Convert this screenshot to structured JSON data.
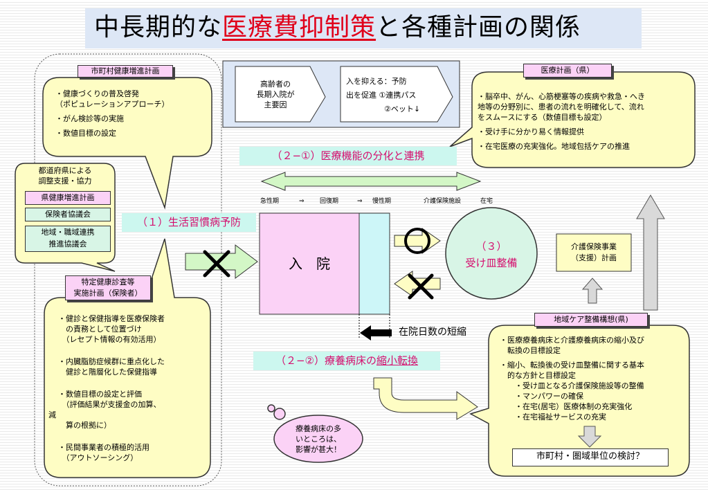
{
  "title": {
    "prefix": "中長期的な",
    "highlight": "医療費抑制策",
    "suffix": "と各種計画の関係"
  },
  "municipal_plan": {
    "header": "市町村健康増進計画",
    "items": [
      "・健康づくりの普及啓発",
      "（ポピュレーションアプローチ）",
      "・がん検診等の実施",
      "・数値目標の設定"
    ]
  },
  "prefecture_support": {
    "title_line1": "都道府県による",
    "title_line2": "調整支援・協力",
    "box1": "県健康増進計画",
    "box2": "保険者協議会",
    "box3_line1": "地域・職域連携",
    "box3_line2": "推進協議会"
  },
  "lifestyle_label": "（１）生活習慣病予防",
  "checkup_plan": {
    "header_line1": "特定健康診査等",
    "header_line2": "実施計画（保険者）",
    "items": [
      "・健診と保健指導を医療保険者",
      "　の責務として位置づけ",
      "　（レセプト情報の有効活用）",
      "・内臓脂肪症候群に重点化した",
      "　健診と階層化した保健指導",
      "・数値目標の設定と評価",
      "　（評価結果が支援金の加算、",
      "減",
      "　算の根拠に）",
      "・民間事業者の積極的活用",
      "　（アウトソーシング）"
    ]
  },
  "elderly": {
    "line1": "高齢者の",
    "line2": "長期入院が",
    "line3": "主要因",
    "control_line1": "入を抑える：予防",
    "control_line2": "出を促進 ①連携パス",
    "control_line3": "　　　　　②ベット↓"
  },
  "func_label": "（２−①）医療機能の分化と連携",
  "stages": [
    "急性期",
    "⇒",
    "回復期",
    "⇒",
    "慢性期",
    "介護保険施設",
    "在宅"
  ],
  "hospital_label": "入　院",
  "stay_label": "在院日数の短縮",
  "recuperation": {
    "prefix": "（２−②）療養病床の",
    "highlight": "縮小転換"
  },
  "thought_bubble": {
    "line1": "療養病床の多",
    "line2": "いところは、",
    "line3": "影響が甚大！"
  },
  "medical_plan": {
    "header": "医療計画（県）",
    "items": [
      "・脳卒中、がん、心筋梗塞等の疾病や救急・へき",
      "地等の分野別に、患者の流れを明確化して、流れ",
      "をスムースにする（数値目標も設定）",
      "・受け手に分かり易く情報提供",
      "・在宅医療の充実強化。地域包括ケアの推進"
    ]
  },
  "receiver": {
    "line1": "（３）",
    "line2": "受け皿整備"
  },
  "care_plan": {
    "line1": "介護保険事業",
    "line2": "（支援）計画"
  },
  "regional_care": {
    "header": "地域ケア整備構想(県)",
    "items": [
      "・医療療養病床と介護療養病床の縮小及び",
      "　転換の目標設定",
      "・縮小、転換後の受け皿整備に関する基本",
      "　的な方針と目標設定",
      "　　・受け皿となる介護保険施設等の整備",
      "　　・マンパワーの確保",
      "　　・在宅(居宅）医療体制の充実強化",
      "　　・在宅福祉サービスの充実"
    ],
    "question": "市町村・圏域単位の検討？"
  },
  "colors": {
    "title_bg": "#dde7f6",
    "title_red": "#e0001a",
    "yellow": "#fefdc4",
    "pink": "#fbd2f6",
    "green_label": "#ccf7ef",
    "magenta_text": "#d50e6e",
    "hospital_pink": "#fbd2f6",
    "hospital_cyan": "#cdf6f8",
    "green_arrow": "#d3f7c6",
    "circle_green": "#d8f5e6",
    "elderly_panel": "#dde7f6",
    "gray_arrow": "#d9d9d9"
  }
}
